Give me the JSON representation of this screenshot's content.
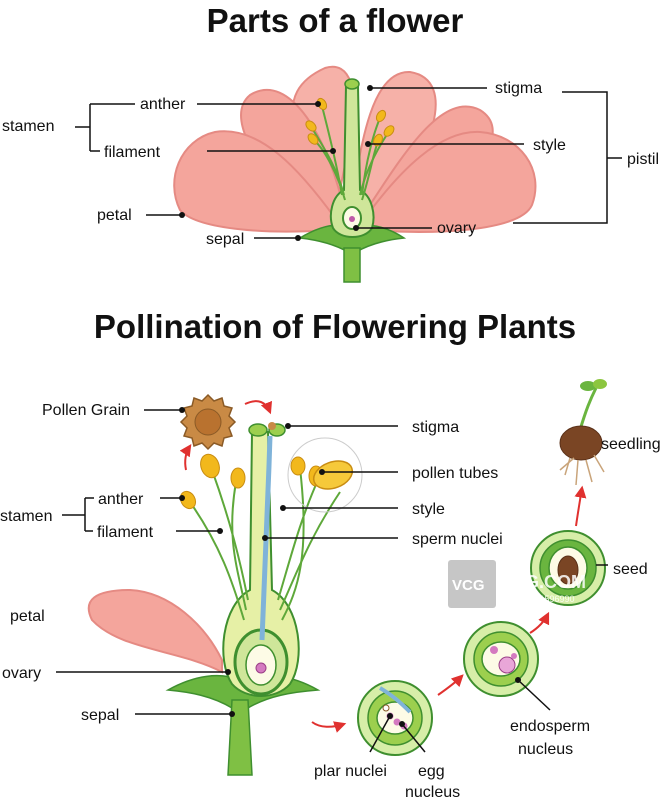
{
  "titles": {
    "parts": "Parts of a flower",
    "pollination": "Pollination of Flowering Plants"
  },
  "parts_labels": {
    "stamen": "stamen",
    "anther": "anther",
    "filament": "filament",
    "petal": "petal",
    "sepal": "sepal",
    "stigma": "stigma",
    "style": "style",
    "pistil": "pistil",
    "ovary": "ovary"
  },
  "pollination_labels": {
    "pollen_grain": "Pollen Grain",
    "stamen": "stamen",
    "anther": "anther",
    "filament": "filament",
    "petal": "petal",
    "ovary": "ovary",
    "sepal": "sepal",
    "stigma": "stigma",
    "pollen_tubes": "pollen tubes",
    "style": "style",
    "sperm_nuclei": "sperm nuclei",
    "seedling": "seedling",
    "seed": "seed",
    "endosperm_1": "endosperm",
    "endosperm_2": "nucleus",
    "plar_nuclei": "plar nuclei",
    "egg_1": "egg",
    "egg_2": "nucleus"
  },
  "watermark": {
    "logo": "VCG",
    "site": "VCG.COM",
    "id": "VCG21381596990"
  },
  "colors": {
    "petal": "#f4a59c",
    "petal_edge": "#e58a83",
    "green": "#3f8f2f",
    "light_green": "#8cc63f",
    "anther": "#f2b81c",
    "pollen": "#b9722f",
    "arrow": "#e0312f"
  }
}
